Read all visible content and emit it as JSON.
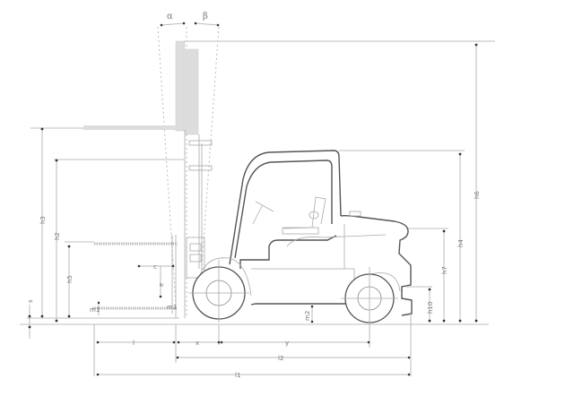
{
  "diagram": {
    "subject": "forklift-side-view-dimension-drawing",
    "angles": [
      {
        "id": "alpha",
        "label": "α"
      },
      {
        "id": "beta",
        "label": "β"
      }
    ],
    "left_dimensions": [
      {
        "id": "h3",
        "label": "h3"
      },
      {
        "id": "h2",
        "label": "h2"
      },
      {
        "id": "h5",
        "label": "h5"
      },
      {
        "id": "s",
        "label": "s"
      },
      {
        "id": "m1",
        "label": "m1"
      }
    ],
    "fork_dimensions": [
      {
        "id": "c",
        "label": "c"
      },
      {
        "id": "e",
        "label": "e"
      }
    ],
    "right_dimensions": [
      {
        "id": "h6",
        "label": "h6"
      },
      {
        "id": "h4",
        "label": "h4"
      },
      {
        "id": "h7",
        "label": "h7"
      },
      {
        "id": "h10",
        "label": "h10"
      }
    ],
    "bottom_dimensions": [
      {
        "id": "l",
        "label": "l"
      },
      {
        "id": "x",
        "label": "x"
      },
      {
        "id": "y",
        "label": "y"
      },
      {
        "id": "l2",
        "label": "l2"
      },
      {
        "id": "l1",
        "label": "l1"
      }
    ],
    "clearance": {
      "id": "m2",
      "label": "m2"
    }
  }
}
